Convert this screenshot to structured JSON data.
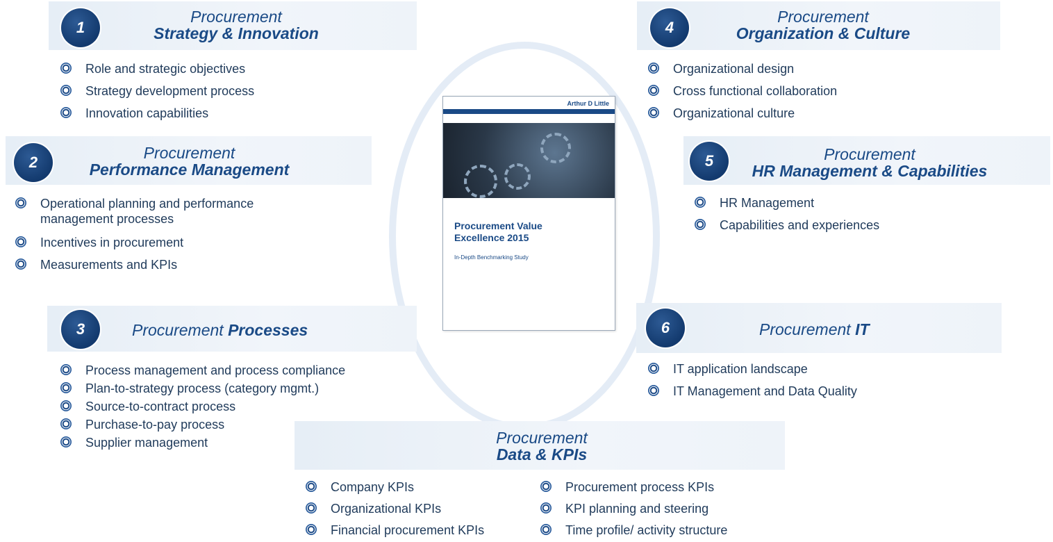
{
  "cover": {
    "brand": "Arthur D Little",
    "title_line1": "Procurement Value",
    "title_line2": "Excellence 2015",
    "subtitle": "In-Depth Benchmarking Study"
  },
  "sections": [
    {
      "number": "1",
      "title_line1": "Procurement",
      "title_line2": "Strategy & Innovation",
      "items": [
        "Role and strategic objectives",
        "Strategy development process",
        "Innovation capabilities"
      ]
    },
    {
      "number": "2",
      "title_line1": "Procurement",
      "title_line2": "Performance Management",
      "items": [
        "Operational planning and performance management processes",
        "Incentives in procurement",
        "Measurements and KPIs"
      ]
    },
    {
      "number": "3",
      "title_prefix": "Procurement",
      "title_bold": "Processes",
      "items": [
        "Process management and process compliance",
        "Plan-to-strategy process (category mgmt.)",
        "Source-to-contract process",
        "Purchase-to-pay process",
        "Supplier management"
      ]
    },
    {
      "number": "4",
      "title_line1": "Procurement",
      "title_line2": "Organization & Culture",
      "items": [
        "Organizational design",
        "Cross functional collaboration",
        "Organizational culture"
      ]
    },
    {
      "number": "5",
      "title_line1": "Procurement",
      "title_line2": "HR Management & Capabilities",
      "items": [
        "HR Management",
        "Capabilities and experiences"
      ]
    },
    {
      "number": "6",
      "title_prefix": "Procurement",
      "title_bold": "IT",
      "items": [
        "IT application landscape",
        "IT Management and Data Quality"
      ]
    },
    {
      "title_line1": "Procurement",
      "title_line2": "Data & KPIs",
      "items_left": [
        "Company KPIs",
        "Organizational KPIs",
        "Financial procurement KPIs"
      ],
      "items_right": [
        "Procurement process KPIs",
        "KPI planning and steering",
        "Time profile/ activity structure"
      ]
    }
  ]
}
